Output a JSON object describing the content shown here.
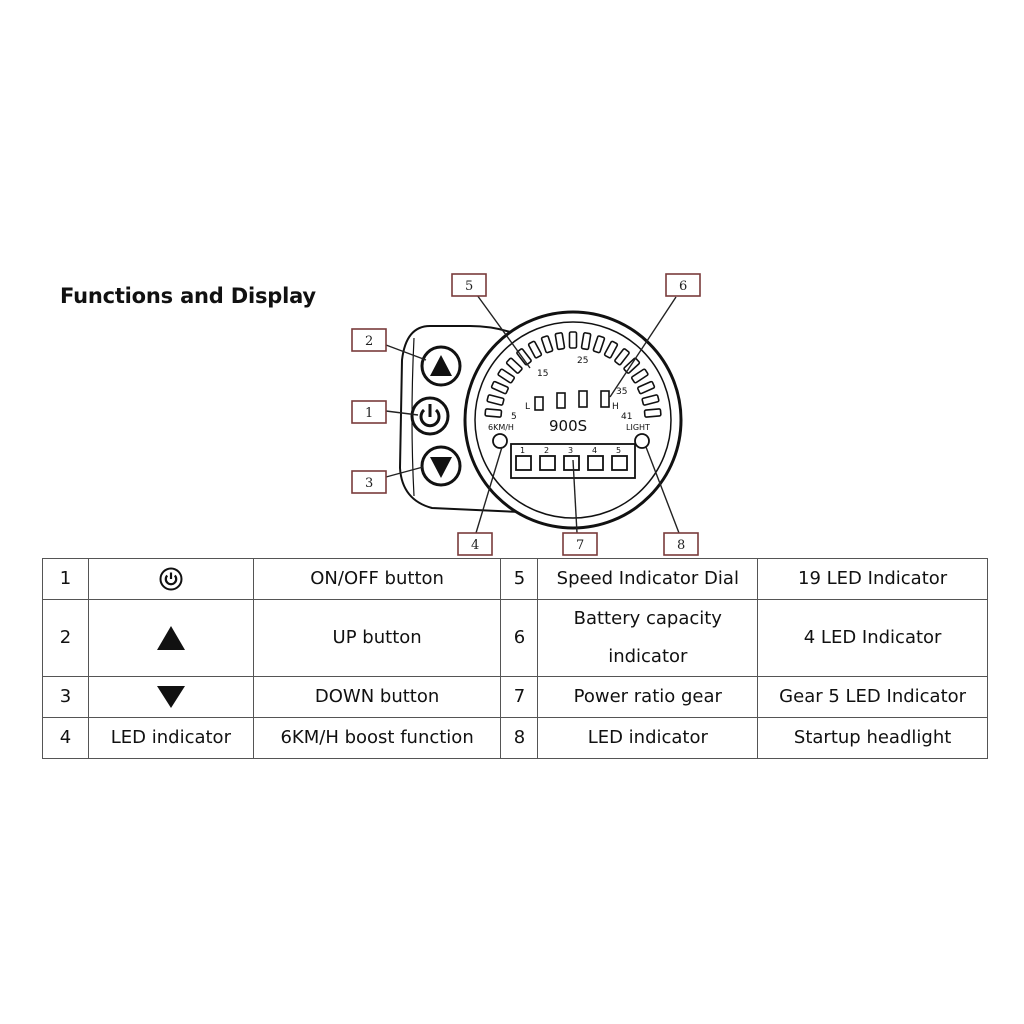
{
  "title": "Functions and Display",
  "display": {
    "model": "900S",
    "speed_labels": [
      "15",
      "25",
      "35",
      "41",
      "5"
    ],
    "speed_led_count": 19,
    "battery_low": "L",
    "battery_high": "H",
    "battery_led_count": 4,
    "boost_label": "6KM/H",
    "light_label": "LIGHT",
    "gears": [
      "1",
      "2",
      "3",
      "4",
      "5"
    ]
  },
  "callouts": [
    "1",
    "2",
    "3",
    "4",
    "5",
    "6",
    "7",
    "8"
  ],
  "table": {
    "rows": [
      {
        "num": "1",
        "symbol": "power-icon",
        "name": "ON/OFF button",
        "num2": "5",
        "name2": "Speed Indicator Dial",
        "desc2": "19 LED Indicator"
      },
      {
        "num": "2",
        "symbol": "triangle-up-icon",
        "name": "UP button",
        "num2": "6",
        "name2": "Battery capacity indicator",
        "desc2": "4 LED Indicator"
      },
      {
        "num": "3",
        "symbol": "triangle-down-icon",
        "name": "DOWN button",
        "num2": "7",
        "name2": "Power ratio gear",
        "desc2": "Gear 5 LED Indicator"
      },
      {
        "num": "4",
        "symbol_text": "LED indicator",
        "name": "6KM/H boost function",
        "num2": "8",
        "name2": "LED indicator",
        "desc2": "Startup headlight"
      }
    ]
  }
}
